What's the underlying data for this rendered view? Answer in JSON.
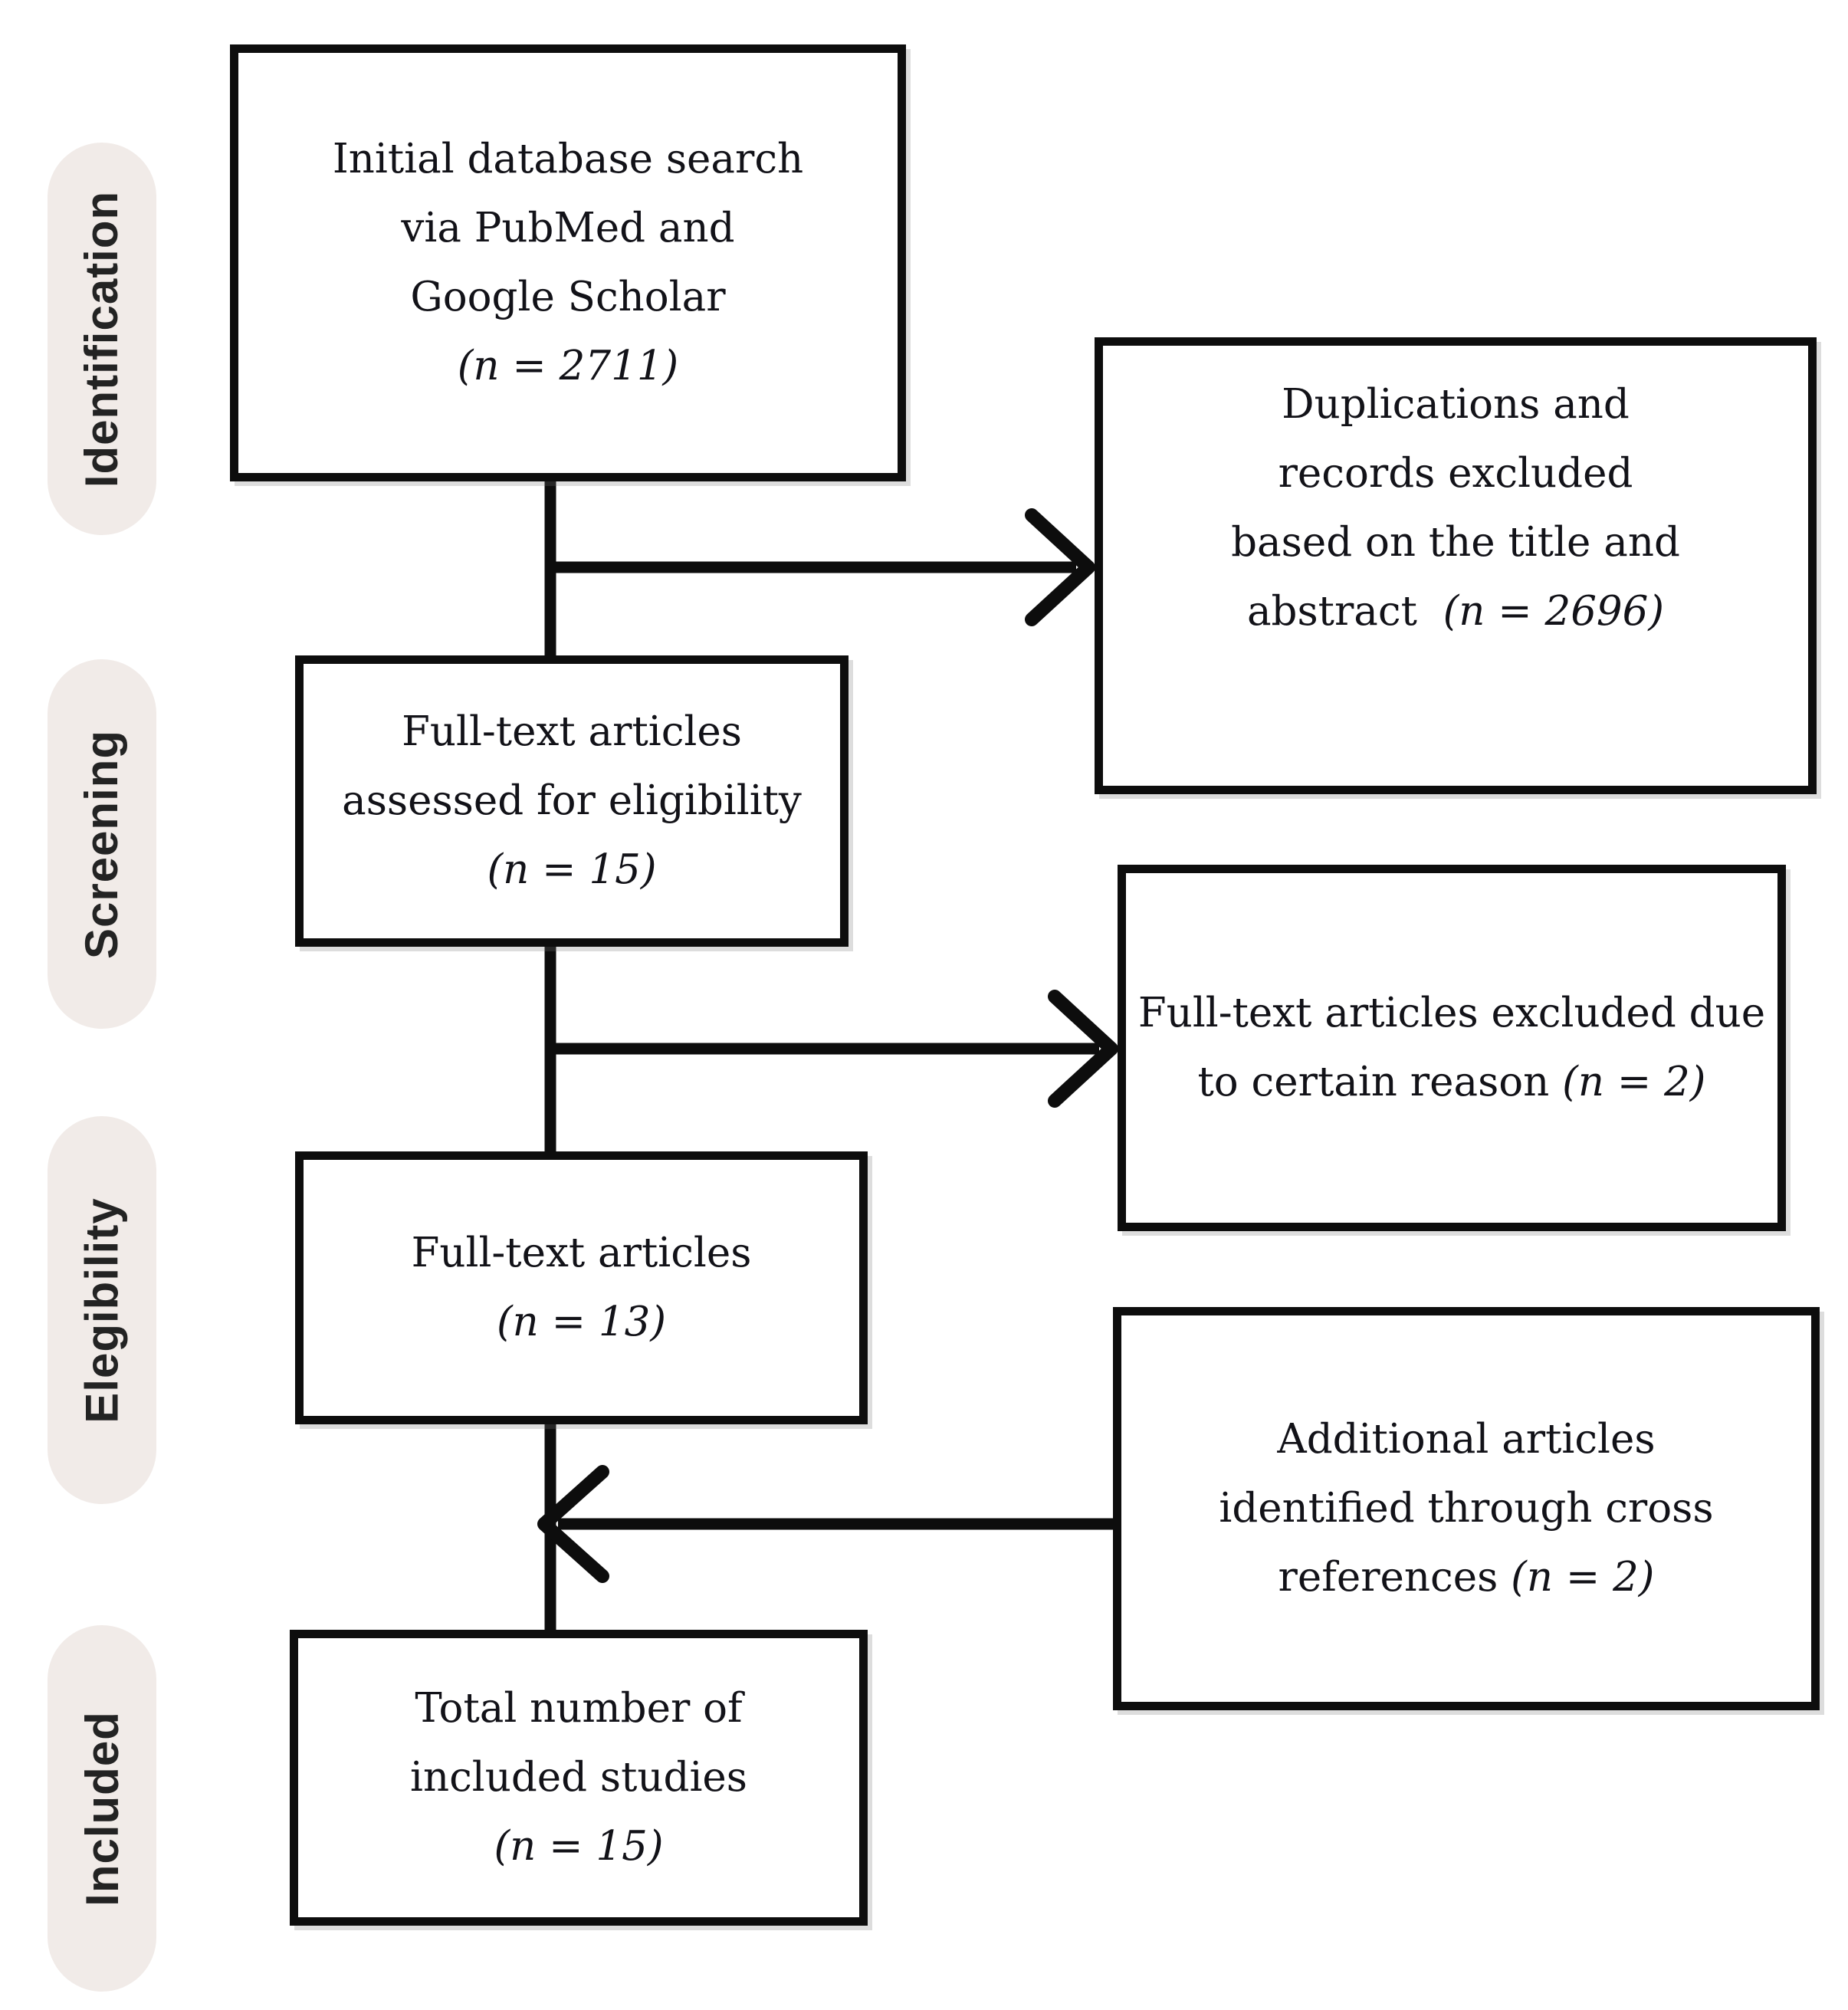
{
  "stage_labels": [
    "Identification",
    "Screening",
    "Elegibility",
    "Included"
  ],
  "boxes": {
    "initial": {
      "lines": [
        "Initial database search",
        "via PubMed and",
        "Google Scholar"
      ],
      "count": "(n = 2711)"
    },
    "assessed": {
      "lines": [
        "Full-text articles",
        "assessed for eligibility"
      ],
      "count": "(n = 15)"
    },
    "fulltext": {
      "lines": [
        "Full-text articles"
      ],
      "count": "(n = 13)"
    },
    "total": {
      "lines": [
        "Total number of",
        "included studies"
      ],
      "count": "(n = 15)"
    },
    "duplications": {
      "lines": [
        "Duplications and",
        "records excluded",
        "based on the title and"
      ],
      "tail": "abstract",
      "count": "(n = 2696)"
    },
    "excluded": {
      "lines": [
        "Full-text articles excluded due"
      ],
      "tail": "to certain reason",
      "count": "(n = 2)"
    },
    "additional": {
      "lines": [
        "Additional articles",
        "identified through cross"
      ],
      "tail": "references",
      "count": "(n = 2)"
    }
  },
  "colors": {
    "pill_bg": "#f1ebe8",
    "box_border": "#0d0d0d",
    "text": "#121218"
  }
}
